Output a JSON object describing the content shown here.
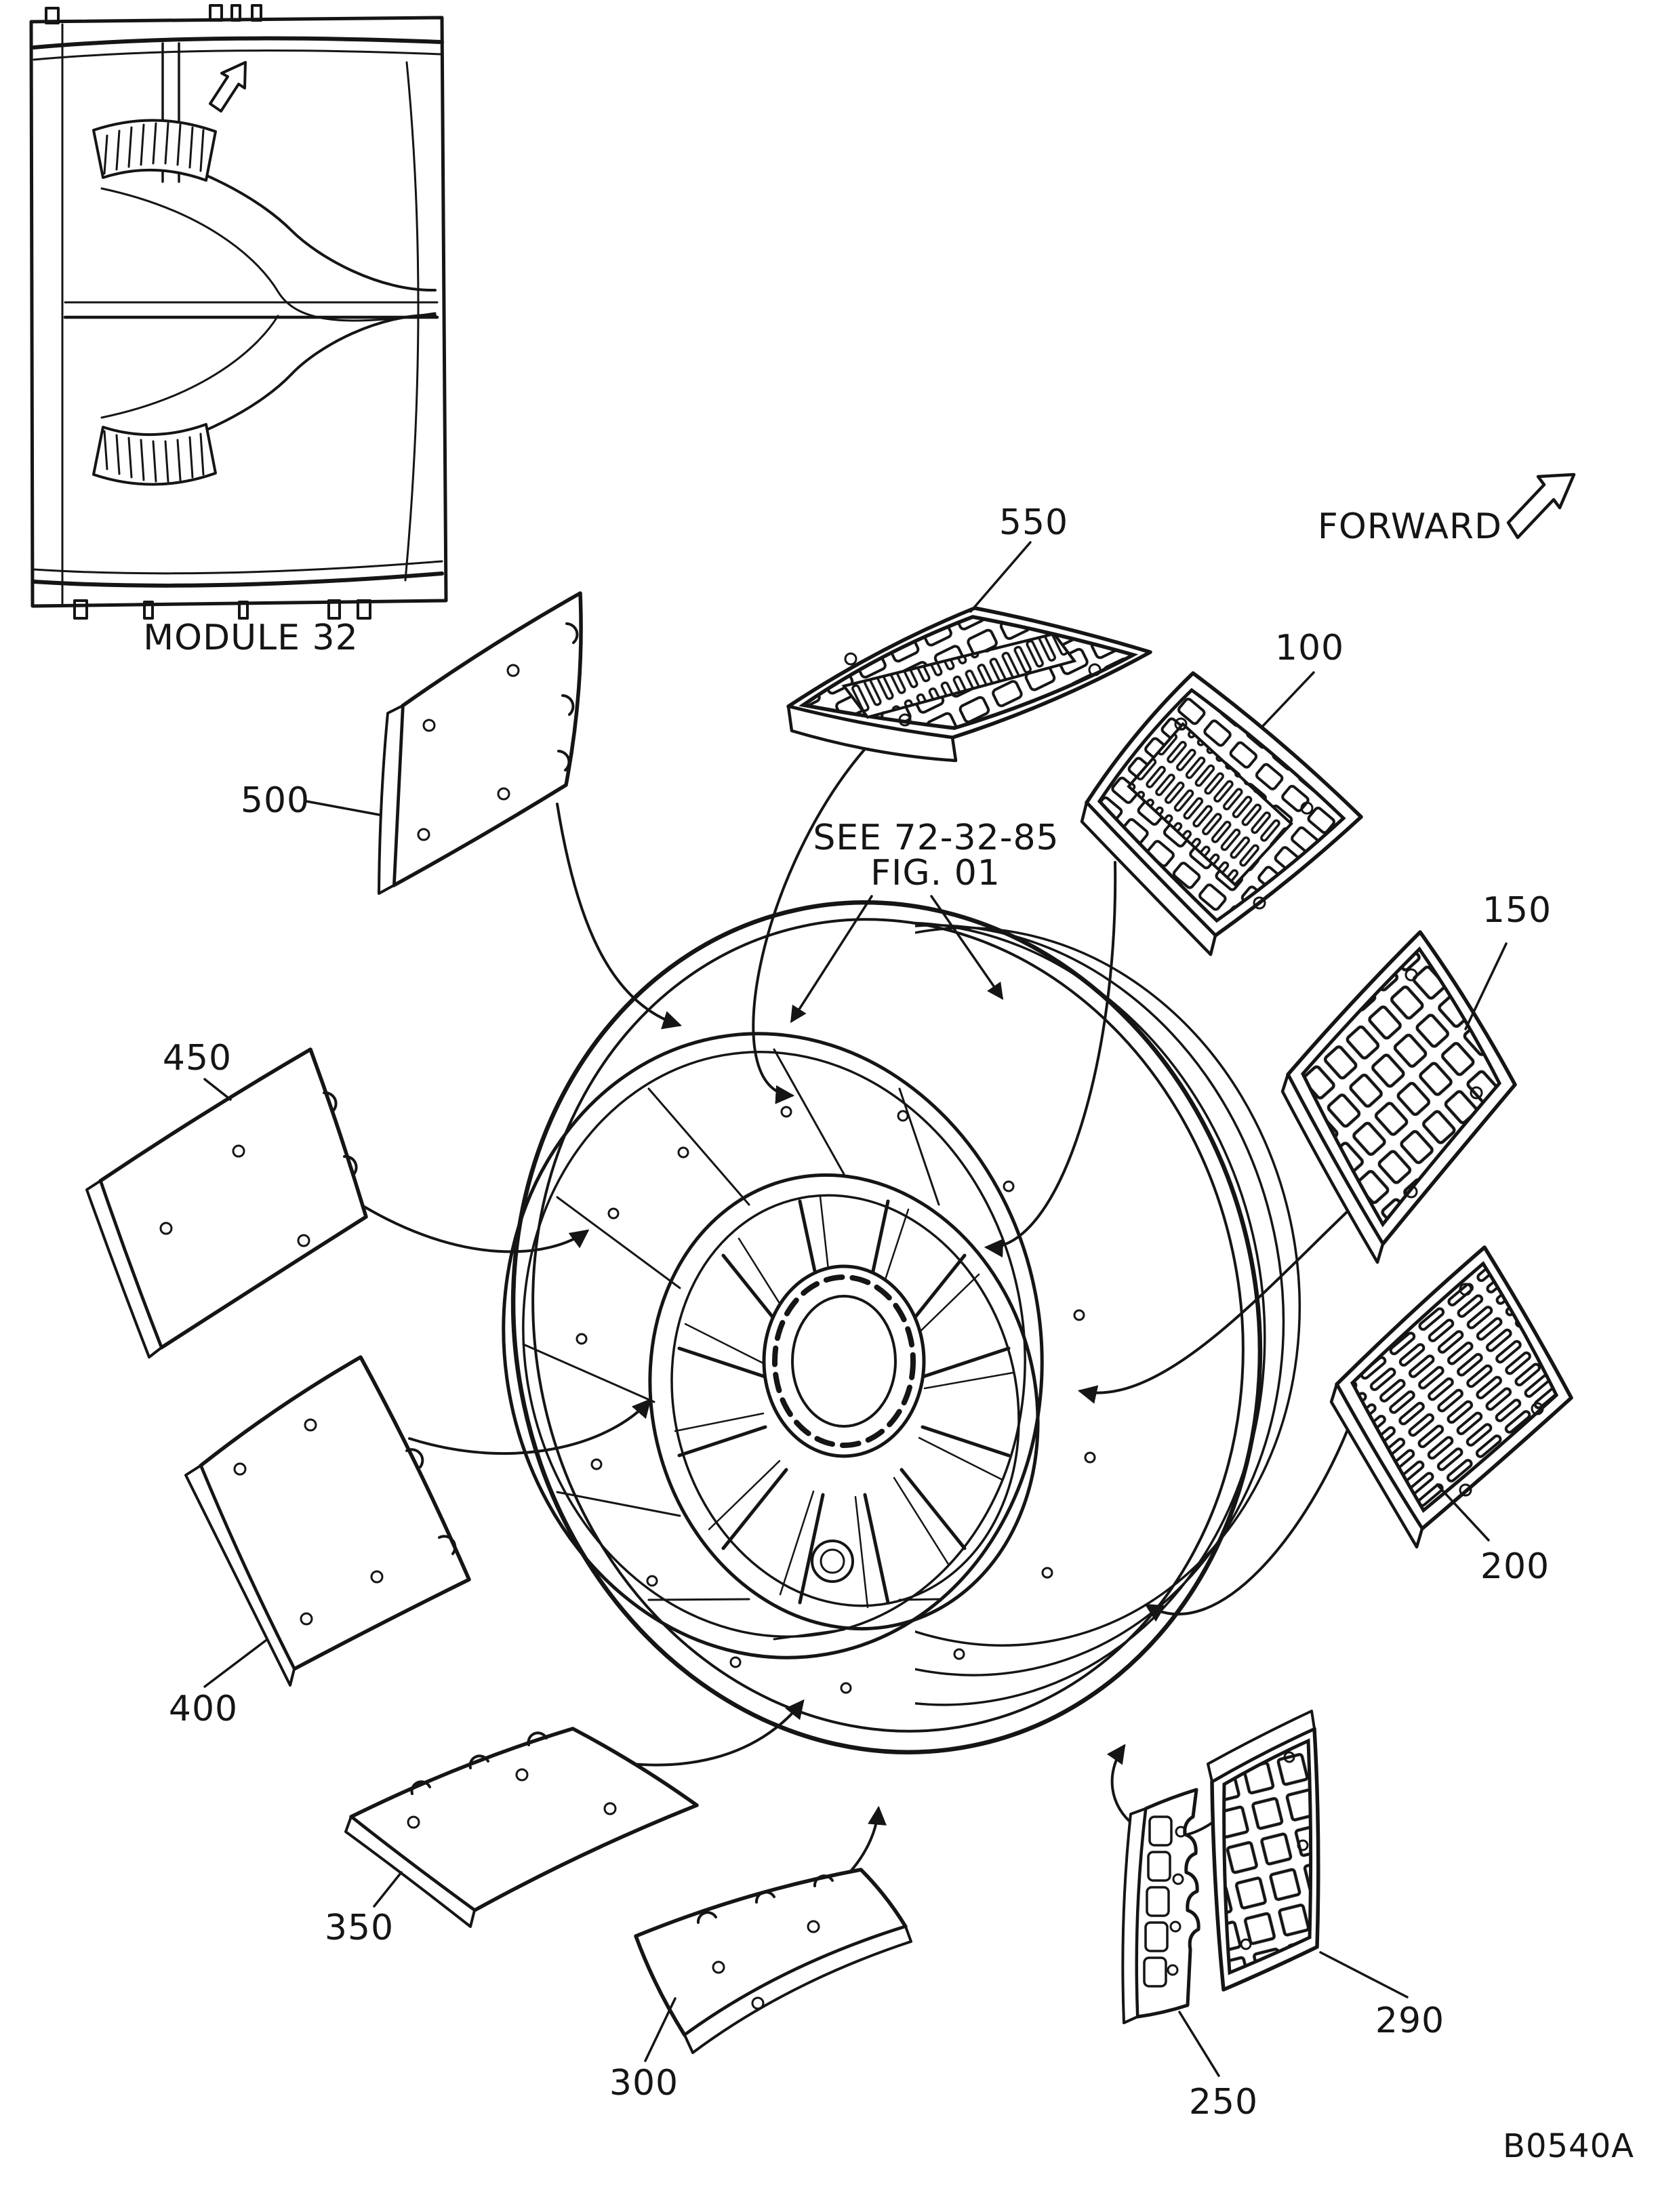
{
  "figure": {
    "module_label": "MODULE 32",
    "forward_label": "FORWARD",
    "see_reference": "SEE 72-32-85",
    "see_reference_fig": "FIG. 01",
    "figure_code": "B0540A"
  },
  "parts": {
    "p100": {
      "label": "100"
    },
    "p150": {
      "label": "150"
    },
    "p200": {
      "label": "200"
    },
    "p250": {
      "label": "250"
    },
    "p290": {
      "label": "290"
    },
    "p300": {
      "label": "300"
    },
    "p350": {
      "label": "350"
    },
    "p400": {
      "label": "400"
    },
    "p450": {
      "label": "450"
    },
    "p500": {
      "label": "500"
    },
    "p550": {
      "label": "550"
    }
  },
  "icons": {
    "forward_direction_arrow": "block-arrow-up-right",
    "inset_direction_arrow": "block-arrow-up-right"
  },
  "colors": {
    "ink": "#151515",
    "paper": "#ffffff"
  }
}
